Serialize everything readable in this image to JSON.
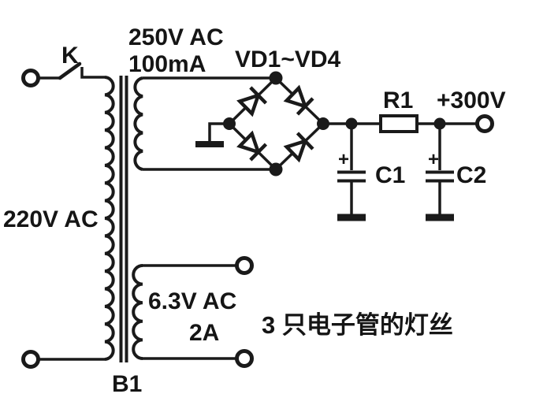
{
  "colors": {
    "background": "#ffffff",
    "ink": "#1a1a1a"
  },
  "schematic": {
    "switch_label": "K",
    "mains_label": "220V AC",
    "transformer_label": "B1",
    "hv_winding": {
      "voltage": "250V AC",
      "current": "100mA"
    },
    "lv_winding": {
      "voltage": "6.3V AC",
      "current": "2A"
    },
    "rectifier_label": "VD1~VD4",
    "resistor_label": "R1",
    "output_label": "+300V",
    "cap1": {
      "label": "C1",
      "polarity": "+"
    },
    "cap2": {
      "label": "C2",
      "polarity": "+"
    },
    "filament_note": "3 只电子管的灯丝"
  }
}
